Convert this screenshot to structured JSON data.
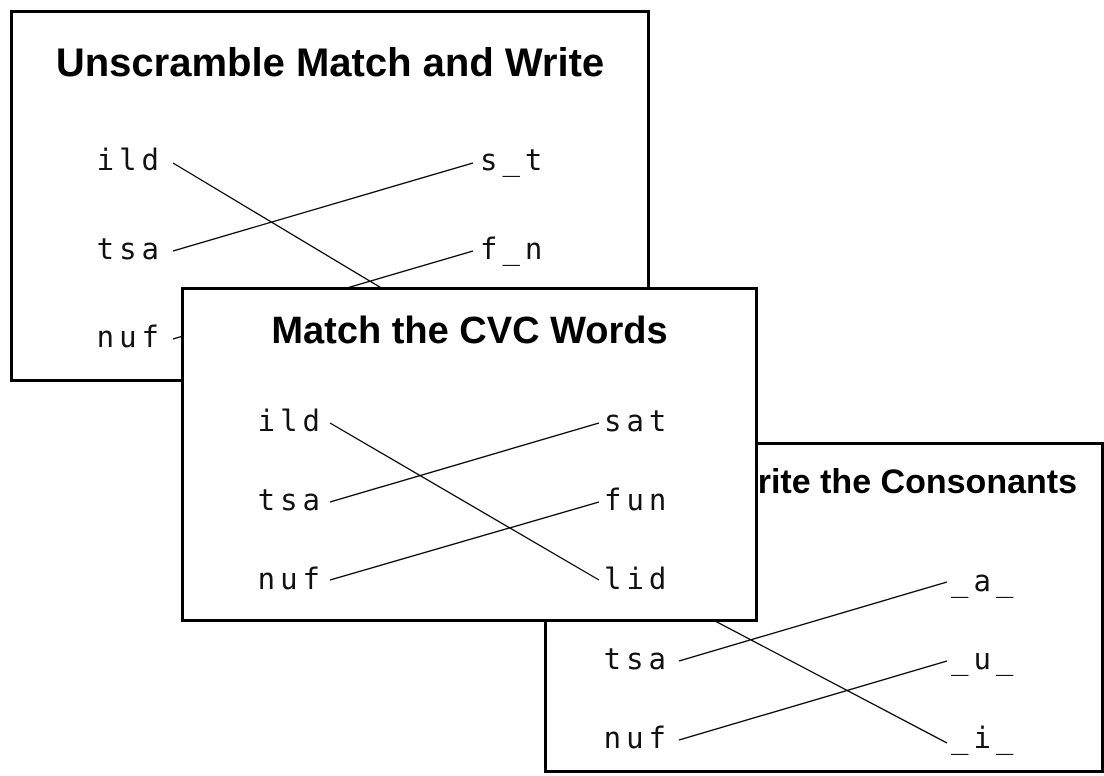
{
  "cards": [
    {
      "title": "Unscramble Match and Write",
      "left_words": [
        "ild",
        "tsa",
        "nuf"
      ],
      "right_words": [
        "s_t",
        "f_n",
        ""
      ],
      "matches": [
        [
          0,
          2
        ],
        [
          1,
          0
        ],
        [
          2,
          1
        ]
      ]
    },
    {
      "title": "Match the CVC Words",
      "left_words": [
        "ild",
        "tsa",
        "nuf"
      ],
      "right_words": [
        "sat",
        "fun",
        "lid"
      ],
      "matches": [
        [
          0,
          2
        ],
        [
          1,
          0
        ],
        [
          2,
          1
        ]
      ]
    },
    {
      "title": "Write the Consonants",
      "left_words": [
        "",
        "tsa",
        "nuf"
      ],
      "right_words": [
        "_a_",
        "_u_",
        "_i_"
      ],
      "matches": [
        [
          0,
          2
        ],
        [
          1,
          0
        ],
        [
          2,
          1
        ]
      ]
    }
  ]
}
